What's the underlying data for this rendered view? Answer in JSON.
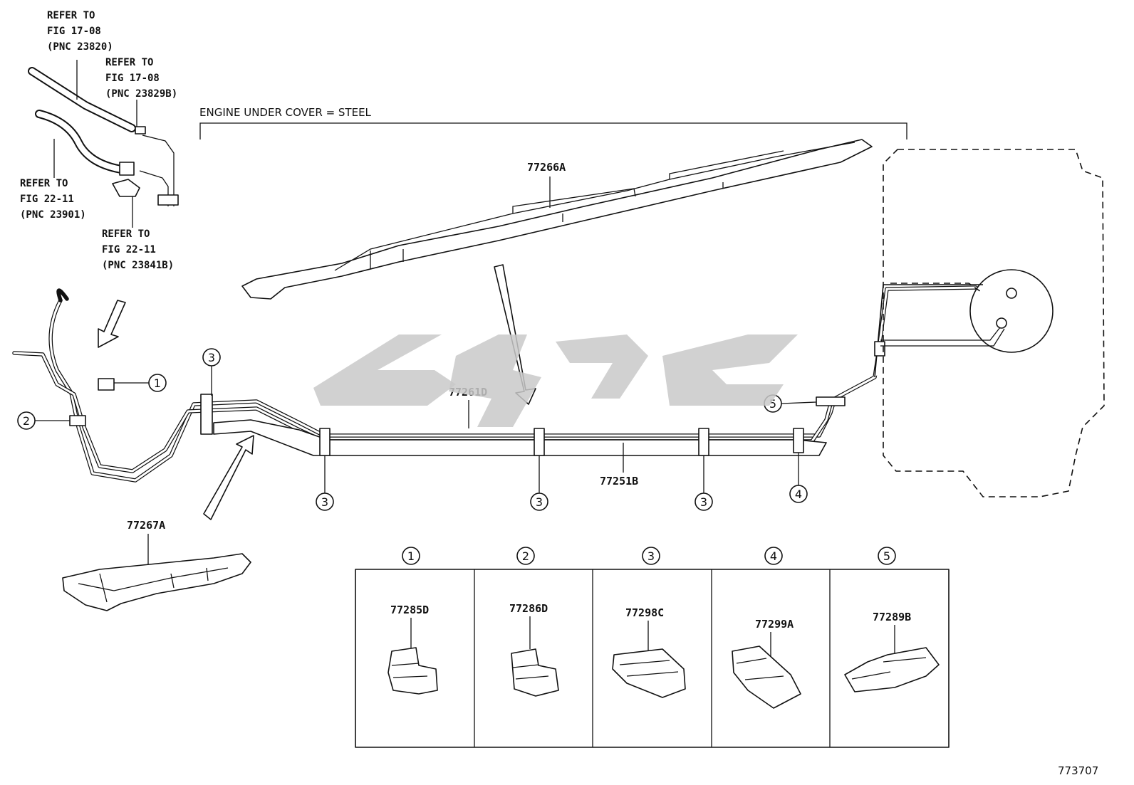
{
  "cover_note": "ENGINE UNDER COVER = STEEL",
  "refs": [
    {
      "line1": "REFER TO",
      "line2": "FIG 17-08",
      "line3": "(PNC 23820)"
    },
    {
      "line1": "REFER TO",
      "line2": "FIG 17-08",
      "line3": "(PNC 23829B)"
    },
    {
      "line1": "REFER TO",
      "line2": "FIG 22-11",
      "line3": "(PNC 23901)"
    },
    {
      "line1": "REFER TO",
      "line2": "FIG 22-11",
      "line3": "(PNC 23841B)"
    }
  ],
  "parts": {
    "p77266A": "77266A",
    "p77261D": "77261D",
    "p77251B": "77251B",
    "p77267A": "77267A"
  },
  "callouts": [
    "1",
    "2",
    "3",
    "4",
    "5"
  ],
  "clamp_table": [
    {
      "num": "1",
      "part": "77285D"
    },
    {
      "num": "2",
      "part": "77286D"
    },
    {
      "num": "3",
      "part": "77298C"
    },
    {
      "num": "4",
      "part": "77299A"
    },
    {
      "num": "5",
      "part": "77289B"
    }
  ],
  "figure_id": "773707"
}
